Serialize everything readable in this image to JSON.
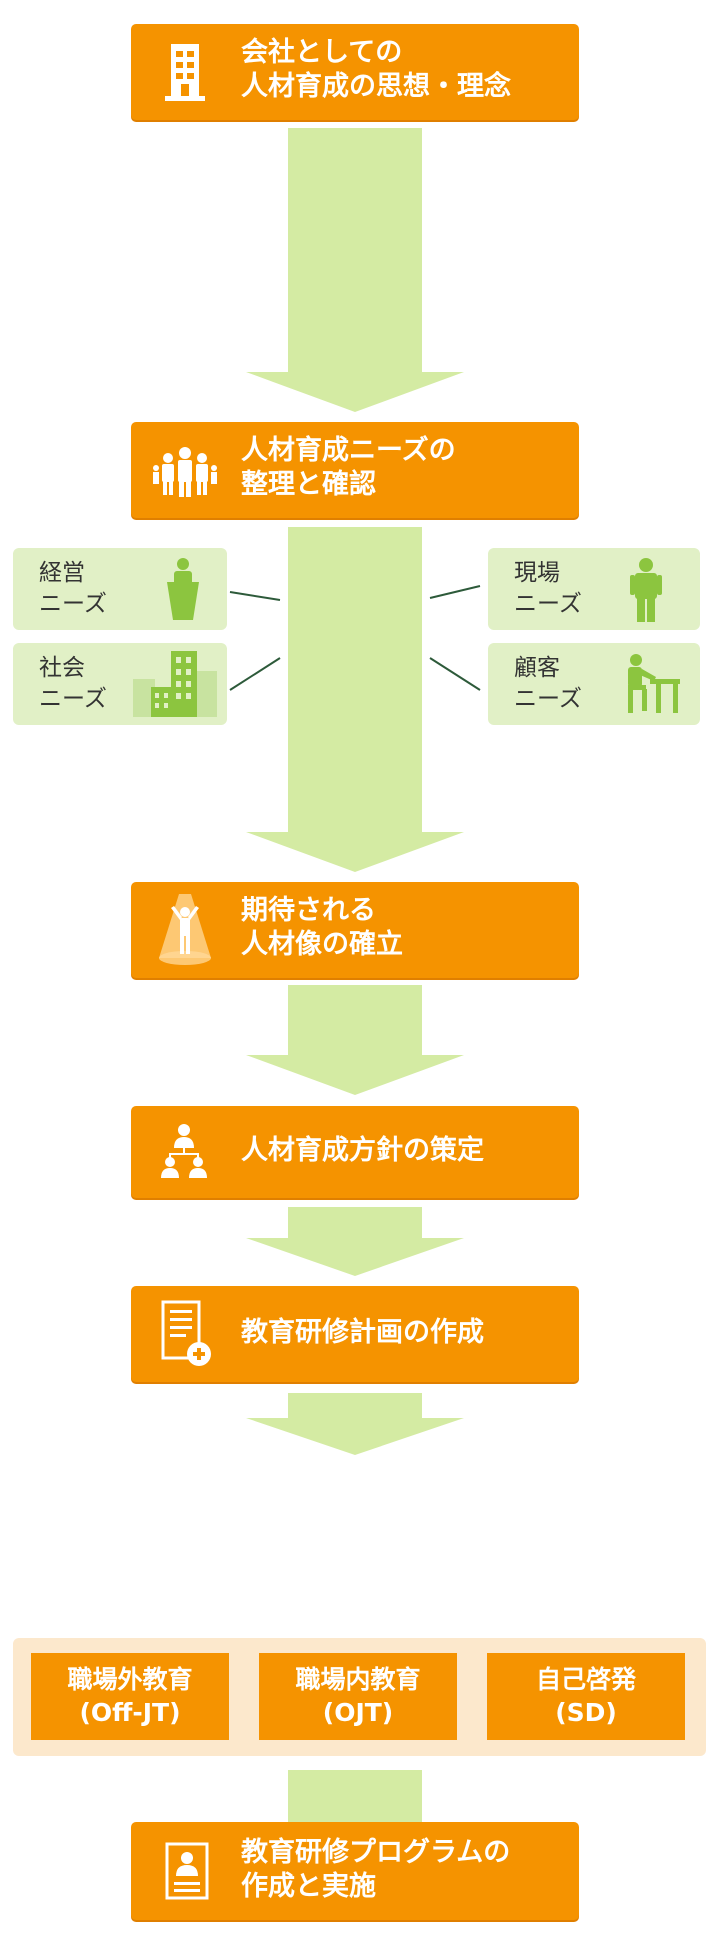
{
  "steps": [
    {
      "icon": "building-icon",
      "line1": "会社としての",
      "line2": "人材育成の思想・理念"
    },
    {
      "icon": "people-group-icon",
      "line1": "人材育成ニーズの",
      "line2": "整理と確認"
    },
    {
      "icon": "spotlight-person-icon",
      "line1": "期待される",
      "line2": "人材像の確立"
    },
    {
      "icon": "org-chart-icon",
      "line1": "人材育成方針の策定"
    },
    {
      "icon": "document-plus-icon",
      "line1": "教育研修計画の作成"
    },
    {
      "icon": "id-card-icon",
      "line1": "教育研修プログラムの",
      "line2": "作成と実施"
    }
  ],
  "needs": {
    "management": {
      "line1": "経営",
      "line2": "ニーズ",
      "icon": "podium-speaker-icon"
    },
    "society": {
      "line1": "社会",
      "line2": "ニーズ",
      "icon": "city-buildings-icon"
    },
    "field": {
      "line1": "現場",
      "line2": "ニーズ",
      "icon": "worker-icon"
    },
    "customer": {
      "line1": "顧客",
      "line2": "ニーズ",
      "icon": "desk-person-icon"
    }
  },
  "education_types": [
    {
      "line1": "職場外教育",
      "line2": "(Off-JT)"
    },
    {
      "line1": "職場内教育",
      "line2": "(OJT)"
    },
    {
      "line1": "自己啓発",
      "line2": "(SD)"
    }
  ],
  "colors": {
    "orange": "#f59300",
    "arrow_green": "#d4eba3",
    "need_bg": "#e1f0c6",
    "icon_green": "#8cc53f",
    "band_bg": "#fce8cc"
  }
}
